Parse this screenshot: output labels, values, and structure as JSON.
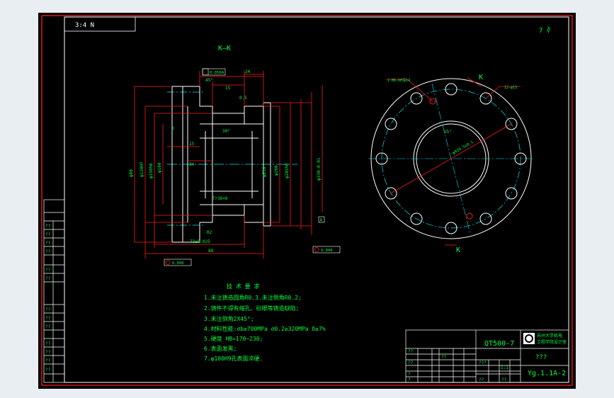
{
  "sheet": {
    "corner_label": "3:4   N",
    "roughness": "7 ∛",
    "view_label": "K—K",
    "section_k_top": "K",
    "section_k_bottom": "K",
    "datum_a": "A"
  },
  "tolerances": {
    "perpendicular_top": "0.050",
    "perp_datum": "A",
    "runout_right": "0.040",
    "runout_bottom": "0.040"
  },
  "section_dims": {
    "d24": "24",
    "d15": "15",
    "d05": "0.5",
    "d3": "3",
    "d88": "88",
    "d73": "73±0.025",
    "d34": "34",
    "d15x": "15",
    "r2": "R2",
    "d45a": "45°",
    "d30": "30°",
    "phi80": "φ80",
    "phi_left1": "φ120H7",
    "phi_left2": "φ150h6",
    "phi_mid1": "φ160",
    "phi_mid2": "φ230",
    "phi_right1": "φ260",
    "phi_right2": "φ285h6",
    "phi_right3": "φ330-0.01",
    "thread": "Tr36×6"
  },
  "flange_view": {
    "hole_note_left": "2-M8-6H深14",
    "hole_note_right": "12-φ13",
    "angle_label": "15°",
    "pcd_label": "φ420.5±0.1"
  },
  "notes": {
    "title": "技 术 要 求",
    "lines": [
      "1.未注铸造圆角R0.3.未注倒角R0.2;",
      "2.铸件不得有缩孔、砂眼等铸造缺陷;",
      "3.未注倒角2X45°;",
      "4.材料性能:σb≥700MPa σ0.2≥320MPa δ≥7%",
      "5.硬度 HB=170~230;",
      "6.表面发黑;",
      "7.φ100H9孔表面淬硬."
    ]
  },
  "title_block": {
    "material": "QT500-7",
    "company_line1": "苏州大学机电",
    "company_line2": "工程学院设计室",
    "name": "???",
    "drawing_no": "Yg.1.1A-2",
    "scale": "1:1",
    "cells": [
      "??",
      "??",
      "?",
      "?",
      "??",
      "???",
      "??",
      "??"
    ]
  },
  "left_strip": {
    "cells": [
      "??",
      "??",
      "??",
      "??",
      "??",
      "??",
      "??",
      "??",
      "??",
      "??",
      "??",
      "??",
      "??"
    ]
  }
}
